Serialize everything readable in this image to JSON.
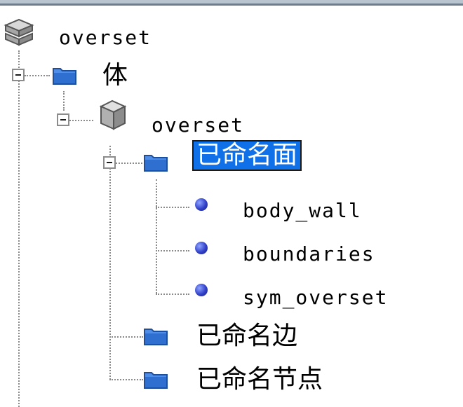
{
  "tree": {
    "root": {
      "label": "overset",
      "icon": "stack-icon"
    },
    "body_folder": {
      "label": "体",
      "icon": "folder-icon"
    },
    "body": {
      "label": "overset",
      "icon": "solid-body-icon"
    },
    "named_faces": {
      "label": "已命名面",
      "icon": "folder-icon",
      "selected": true,
      "items": [
        {
          "label": "body_wall",
          "icon": "bullet-icon"
        },
        {
          "label": "boundaries",
          "icon": "bullet-icon"
        },
        {
          "label": "sym_overset",
          "icon": "bullet-icon"
        }
      ]
    },
    "named_edges": {
      "label": "已命名边",
      "icon": "folder-icon"
    },
    "named_nodes": {
      "label": "已命名节点",
      "icon": "folder-icon"
    }
  },
  "colors": {
    "selection": "#1070e8",
    "folder": "#2f6fd0",
    "bullet": "#3140c9",
    "tree_lines": "#8a8a8a"
  }
}
